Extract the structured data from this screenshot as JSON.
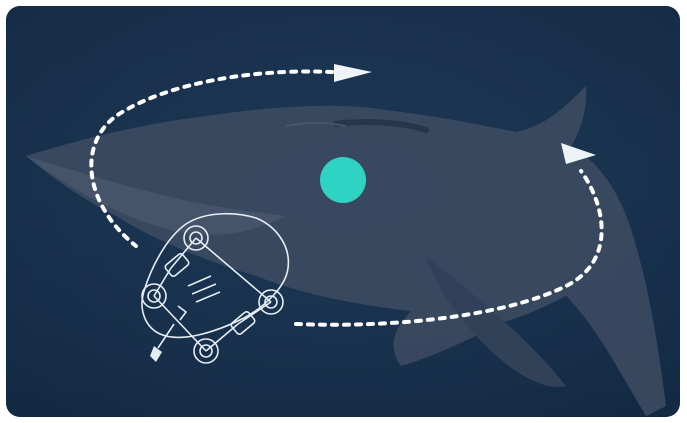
{
  "scene": {
    "icons": {
      "animal": "shark-silhouette",
      "device": "underwater-drone-icon",
      "path": "orbit-path",
      "target": "target-marker",
      "direction": "arrow-head"
    },
    "colors": {
      "background": "#1a3452",
      "shark": "#3b4a61",
      "orbit": "#ffffff",
      "target": "#2fd3c3",
      "device_stroke": "#e6edf5"
    }
  }
}
